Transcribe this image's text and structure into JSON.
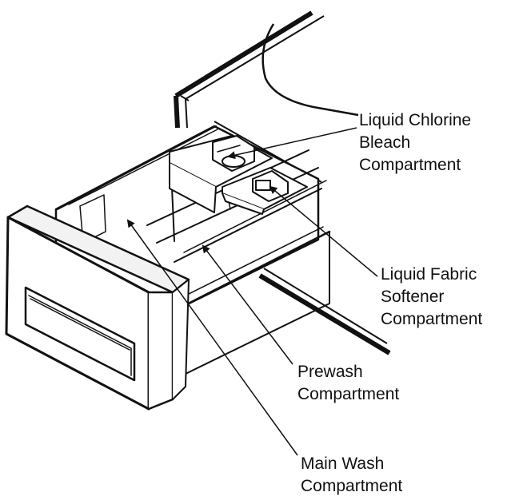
{
  "labels": {
    "bleach": {
      "line1": "Liquid Chlorine",
      "line2": "Bleach",
      "line3": "Compartment"
    },
    "softener": {
      "line1": "Liquid Fabric",
      "line2": "Softener",
      "line3": "Compartment"
    },
    "prewash": {
      "line1": "Prewash",
      "line2": "Compartment"
    },
    "main_wash": {
      "line1": "Main Wash",
      "line2": "Compartment"
    }
  },
  "colors": {
    "ink": "#111111",
    "fill": "#ffffff",
    "panel": "#f2f2f2"
  }
}
